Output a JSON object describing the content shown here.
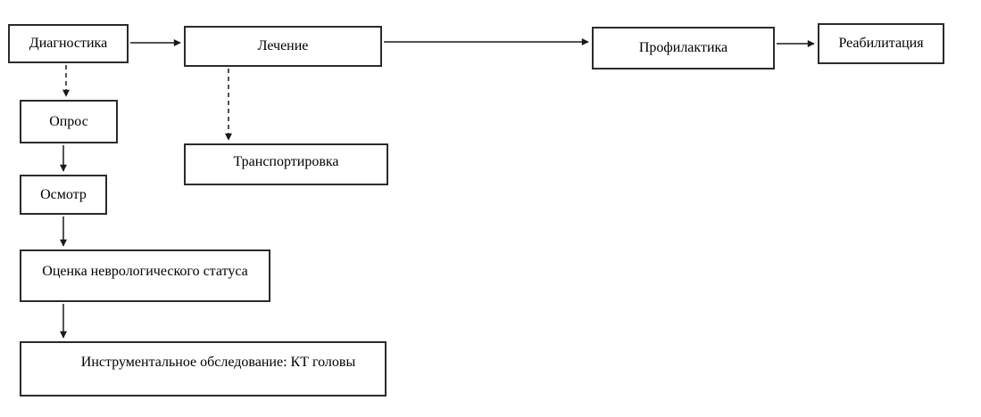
{
  "diagram": {
    "type": "flowchart",
    "colors": {
      "background": "#ffffff",
      "node_fill": "#ffffff",
      "node_border": "#2b2b2b",
      "arrow": "#1a1a1a",
      "text": "#000000"
    },
    "nodes": {
      "diagnostika": {
        "label": "Диагностика"
      },
      "lechenie": {
        "label": "Лечение"
      },
      "profilaktika": {
        "label": "Профилактика"
      },
      "reabilitacija": {
        "label": "Реабилитация"
      },
      "opros": {
        "label": "Опрос"
      },
      "osmotr": {
        "label": "Осмотр"
      },
      "ocenka": {
        "label": "Оценка неврологического статуса"
      },
      "instrumental": {
        "label": "Инструментальное обследование: КТ головы"
      },
      "transport": {
        "label": "Транспортировка"
      }
    },
    "edges": [
      {
        "from": "Диагностика",
        "to": "Лечение",
        "style": "solid"
      },
      {
        "from": "Лечение",
        "to": "Профилактика",
        "style": "solid"
      },
      {
        "from": "Профилактика",
        "to": "Реабилитация",
        "style": "solid"
      },
      {
        "from": "Диагностика",
        "to": "Опрос",
        "style": "dashed"
      },
      {
        "from": "Опрос",
        "to": "Осмотр",
        "style": "solid"
      },
      {
        "from": "Осмотр",
        "to": "Оценка неврологического статуса",
        "style": "solid"
      },
      {
        "from": "Оценка неврологического статуса",
        "to": "Инструментальное обследование: КТ головы",
        "style": "solid"
      },
      {
        "from": "Лечение",
        "to": "Транспортировка",
        "style": "dashed"
      }
    ]
  }
}
